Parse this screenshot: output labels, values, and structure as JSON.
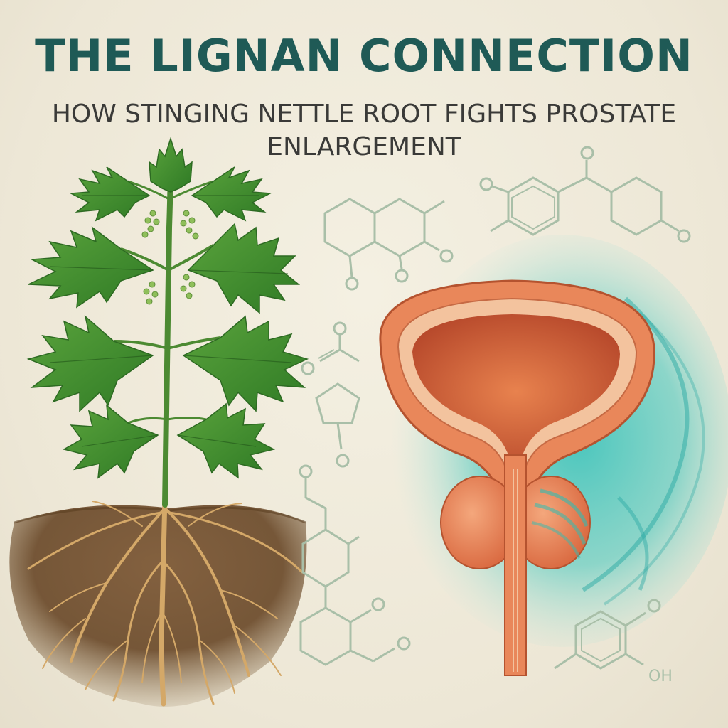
{
  "header": {
    "title": "THE LIGNAN CONNECTION",
    "subtitle_line1": "HOW STINGING NETTLE ROOT FIGHTS PROSTATE",
    "subtitle_line2": "ENLARGEMENT"
  },
  "illustration": {
    "plant": "stinging-nettle-plant",
    "roots": "nettle-root-system",
    "organ": "prostate-and-bladder",
    "structures": [
      {
        "name": "molecule-bicyclic",
        "label": "O"
      },
      {
        "name": "molecule-ketone",
        "label": "O"
      },
      {
        "name": "molecule-ring-small",
        "label": "O"
      },
      {
        "name": "molecule-chain",
        "label": "O"
      },
      {
        "name": "molecule-phenol",
        "label": "OH"
      }
    ]
  },
  "colors": {
    "title": "#1f5a56",
    "subtitle": "#3a3a38",
    "background": "#efeadb",
    "leaf": "#3f8a2e",
    "soil": "#6b4a2a",
    "organ": "#d9683f",
    "glow": "#2fc0b8",
    "chemical_lines": "#a9bfa8"
  }
}
